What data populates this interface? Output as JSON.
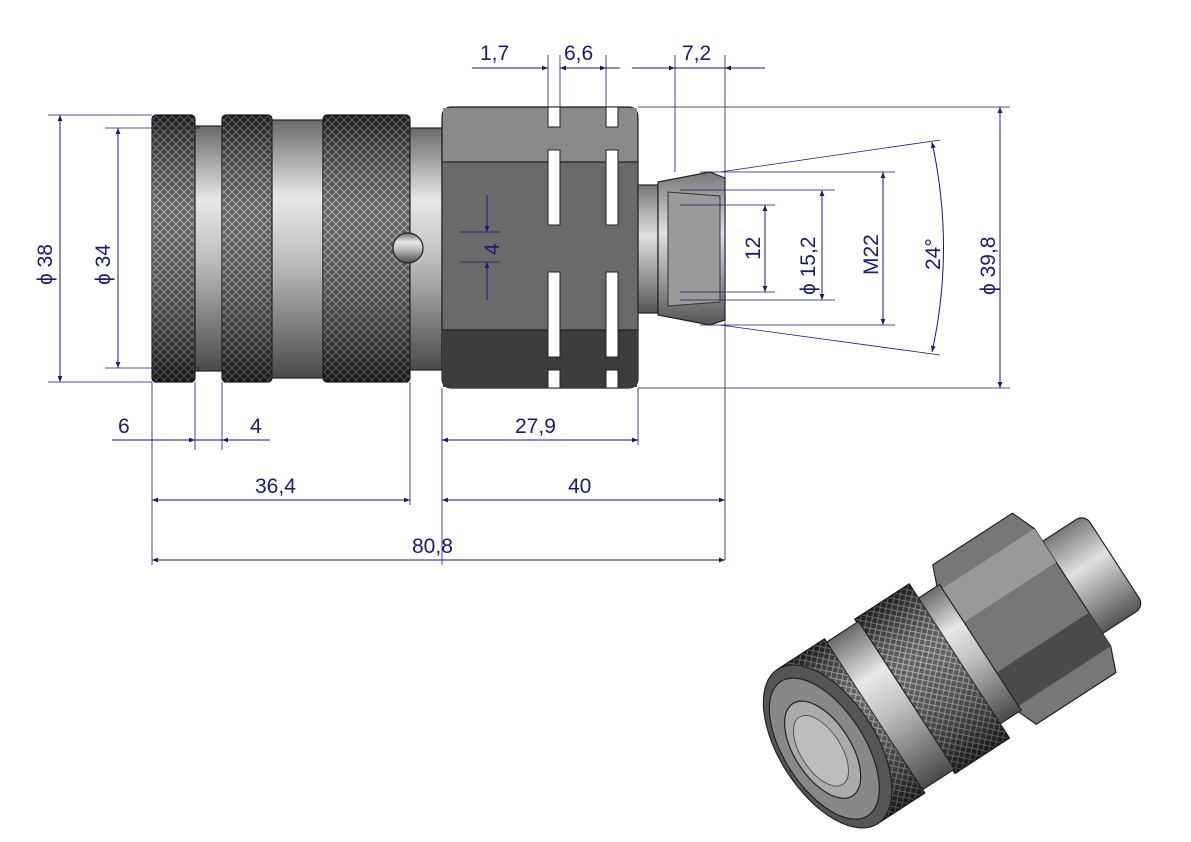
{
  "drawing": {
    "title": "Hydraulic quick coupler socket – dimensional drawing",
    "colors": {
      "dimension": "#1b1b6b",
      "metal_dark": "#3a3a3a",
      "metal_light": "#c8c8c8"
    },
    "dimensions": {
      "top_slot_width": "1,7",
      "top_slot_spacing": "6,6",
      "top_thread_length": "7,2",
      "dia_38": "ϕ 38",
      "dia_34": "ϕ 34",
      "ball_4": "4",
      "bore_12": "12",
      "dia_15_2": "ϕ 15,2",
      "thread_m22": "M22",
      "angle_24": "24°",
      "dia_39_8": "ϕ 39,8",
      "bottom_6": "6",
      "bottom_4": "4",
      "hex_27_9": "27,9",
      "sleeve_36_4": "36,4",
      "body_40": "40",
      "total_80_8": "80,8"
    }
  }
}
